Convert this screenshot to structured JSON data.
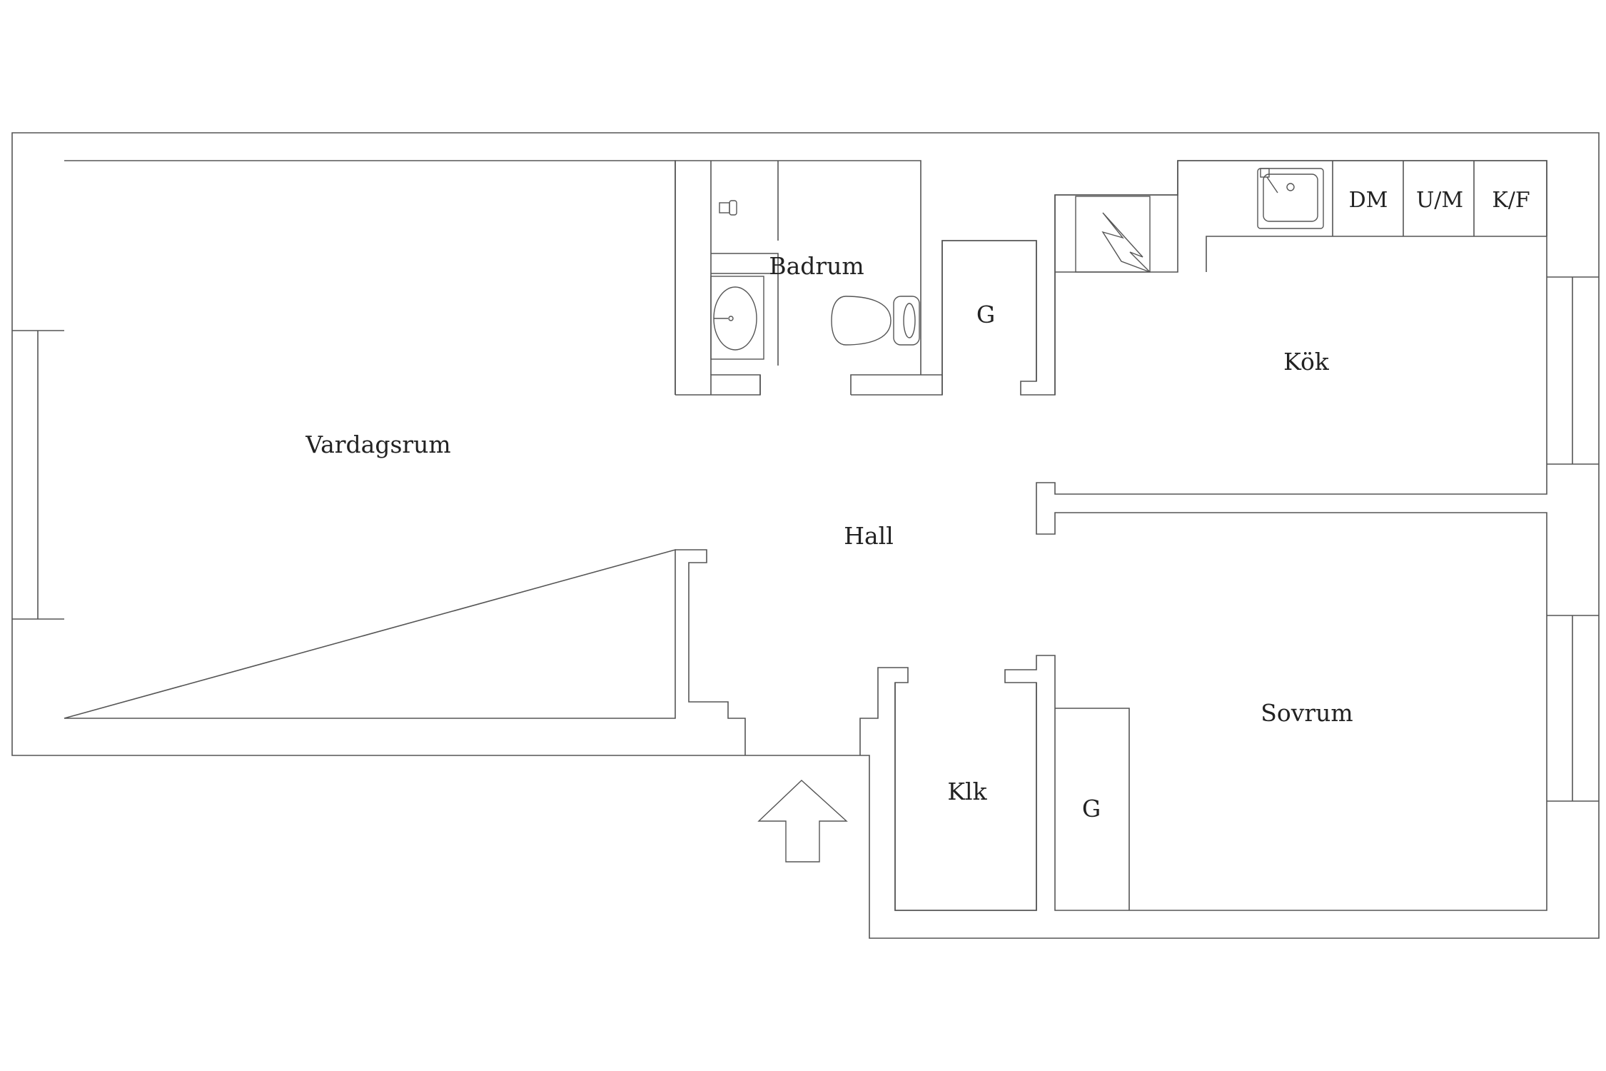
{
  "rooms": {
    "vardagsrum": "Vardagsrum",
    "badrum": "Badrum",
    "garderob_hall": "G",
    "kok": "Kök",
    "hall": "Hall",
    "sovrum": "Sovrum",
    "klk": "Klk",
    "garderob_sovrum": "G"
  },
  "appliances": {
    "dm": "DM",
    "um": "U/M",
    "kf": "K/F"
  },
  "icons": {
    "entrance": "entrance-arrow-icon",
    "sink": "kitchen-sink-icon",
    "stove": "stove-icon",
    "toilet": "toilet-icon",
    "washbasin": "washbasin-icon",
    "shower": "shower-head-icon"
  },
  "colors": {
    "line": "#555555",
    "text": "#222222",
    "background": "#ffffff"
  }
}
